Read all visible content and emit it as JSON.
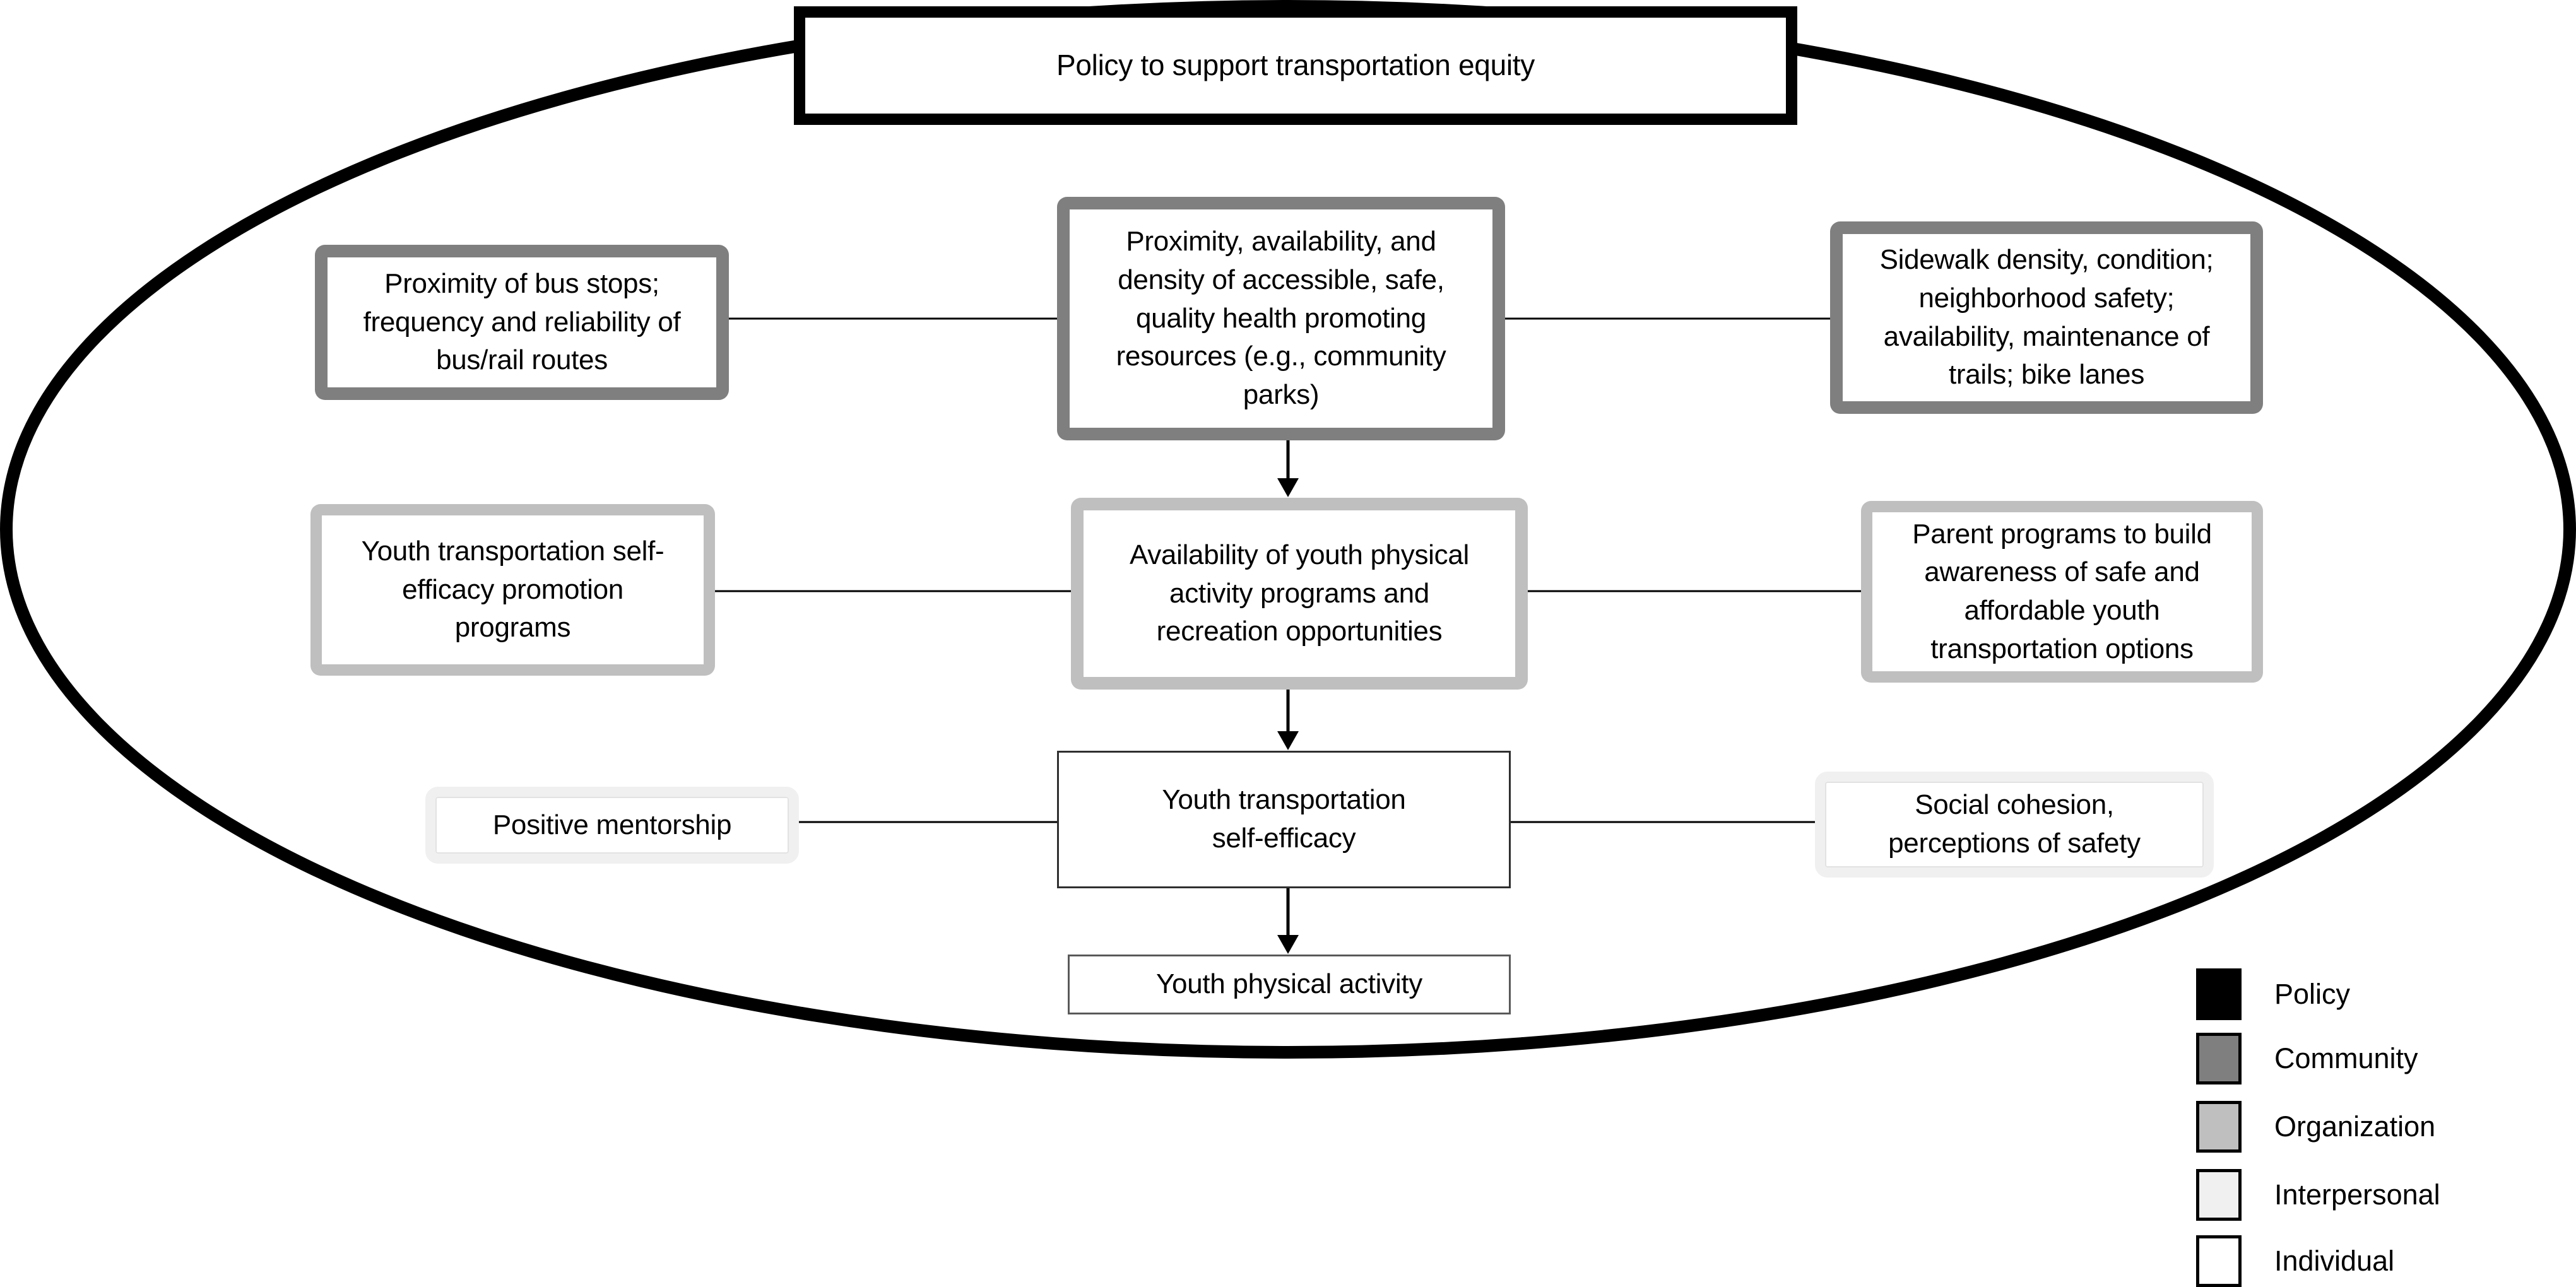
{
  "boxes": {
    "policy": {
      "text": "Policy to support transportation equity",
      "level": "Policy"
    },
    "r1_left": {
      "text": "Proximity of bus stops;\nfrequency and reliability of\nbus/rail routes",
      "level": "Community"
    },
    "r1_center": {
      "text": "Proximity, availability, and\ndensity of accessible, safe,\nquality health promoting\nresources (e.g., community\nparks)",
      "level": "Community"
    },
    "r1_right": {
      "text": "Sidewalk density, condition;\nneighborhood safety;\navailability, maintenance of\ntrails; bike lanes",
      "level": "Community"
    },
    "r2_left": {
      "text": "Youth transportation self-\nefficacy promotion\nprograms",
      "level": "Organization"
    },
    "r2_center": {
      "text": "Availability of youth physical\nactivity programs and\nrecreation opportunities",
      "level": "Organization"
    },
    "r2_right": {
      "text": "Parent programs to build\nawareness of safe and\naffordable youth\ntransportation options",
      "level": "Organization"
    },
    "r3_left": {
      "text": "Positive mentorship",
      "level": "Interpersonal"
    },
    "r3_center": {
      "text": "Youth transportation\nself-efficacy",
      "level": "Individual"
    },
    "r3_right": {
      "text": "Social cohesion,\nperceptions of safety",
      "level": "Interpersonal"
    },
    "outcome": {
      "text": "Youth physical activity",
      "level": "Individual"
    }
  },
  "legend": {
    "items": [
      {
        "label": "Policy",
        "color": "#000000"
      },
      {
        "label": "Community",
        "color": "#7f7f7f"
      },
      {
        "label": "Organization",
        "color": "#bfbfbf"
      },
      {
        "label": "Interpersonal",
        "color": "#f0f0f0"
      },
      {
        "label": "Individual",
        "color": "#ffffff"
      }
    ]
  },
  "colors": {
    "policy": "#000000",
    "community": "#7f7f7f",
    "organization": "#bfbfbf",
    "interpersonal": "#f0f0f0",
    "individual_fill": "#ffffff",
    "line": "#000000"
  }
}
